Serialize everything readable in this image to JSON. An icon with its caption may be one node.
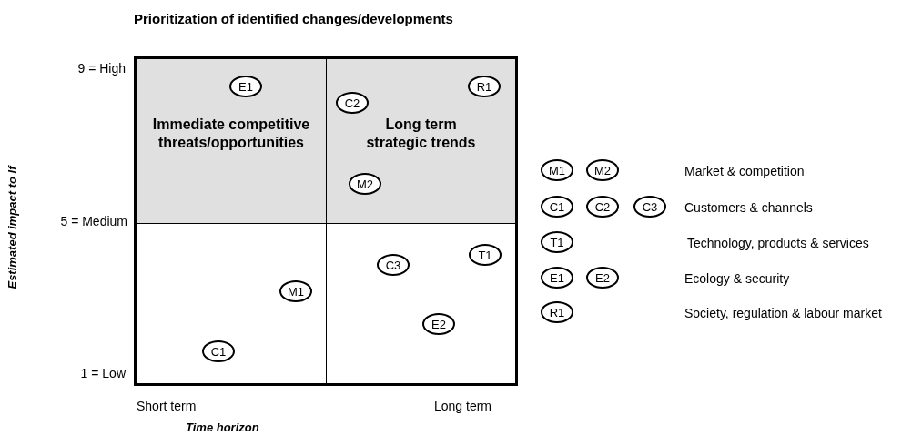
{
  "diagram": {
    "title": "Prioritization of identified changes/developments",
    "nodes": [
      {
        "text": [
          "Immediate competitive threats/opportunities"
        ]
      },
      {
        "text": [
          "E1"
        ],
        "in": 0
      },
      {
        "text": [
          "Long term strategic trends"
        ]
      },
      {
        "text": [
          "C2"
        ],
        "in": 2
      },
      {
        "text": [
          "R1"
        ],
        "in": 2
      },
      {
        "text": [
          "M2"
        ],
        "in": 2
      },
      {
        "text": [],
        "shape": "box"
      },
      {
        "text": [
          "M1"
        ],
        "in": 6
      },
      {
        "text": [
          "C1"
        ],
        "in": 6
      },
      {
        "text": [],
        "shape": "box"
      },
      {
        "text": [
          "T1"
        ],
        "in": 9
      },
      {
        "text": [
          "C3"
        ],
        "in": 9
      },
      {
        "text": [
          "E2"
        ],
        "in": 9
      },
      {
        "text": [
          "M1"
        ]
      },
      {
        "text": [
          "M2"
        ]
      },
      {
        "text": [
          "C1"
        ]
      },
      {
        "text": [
          "C2"
        ]
      },
      {
        "text": [
          "C3"
        ]
      },
      {
        "text": [
          "T1"
        ]
      },
      {
        "text": [
          "E1"
        ]
      },
      {
        "text": [
          "E2"
        ]
      },
      {
        "text": [
          "R1"
        ]
      }
    ],
    "edges": [],
    "labels": [
      "9 = High",
      "Estimated impact to If",
      "Market & competition",
      "Customers & channels",
      "5 = Medium",
      "Technology, products & services",
      "Ecology & security",
      "Society, regulation & labour market",
      "1 = Low",
      "Short term",
      "Long term",
      "Time horizon"
    ]
  }
}
